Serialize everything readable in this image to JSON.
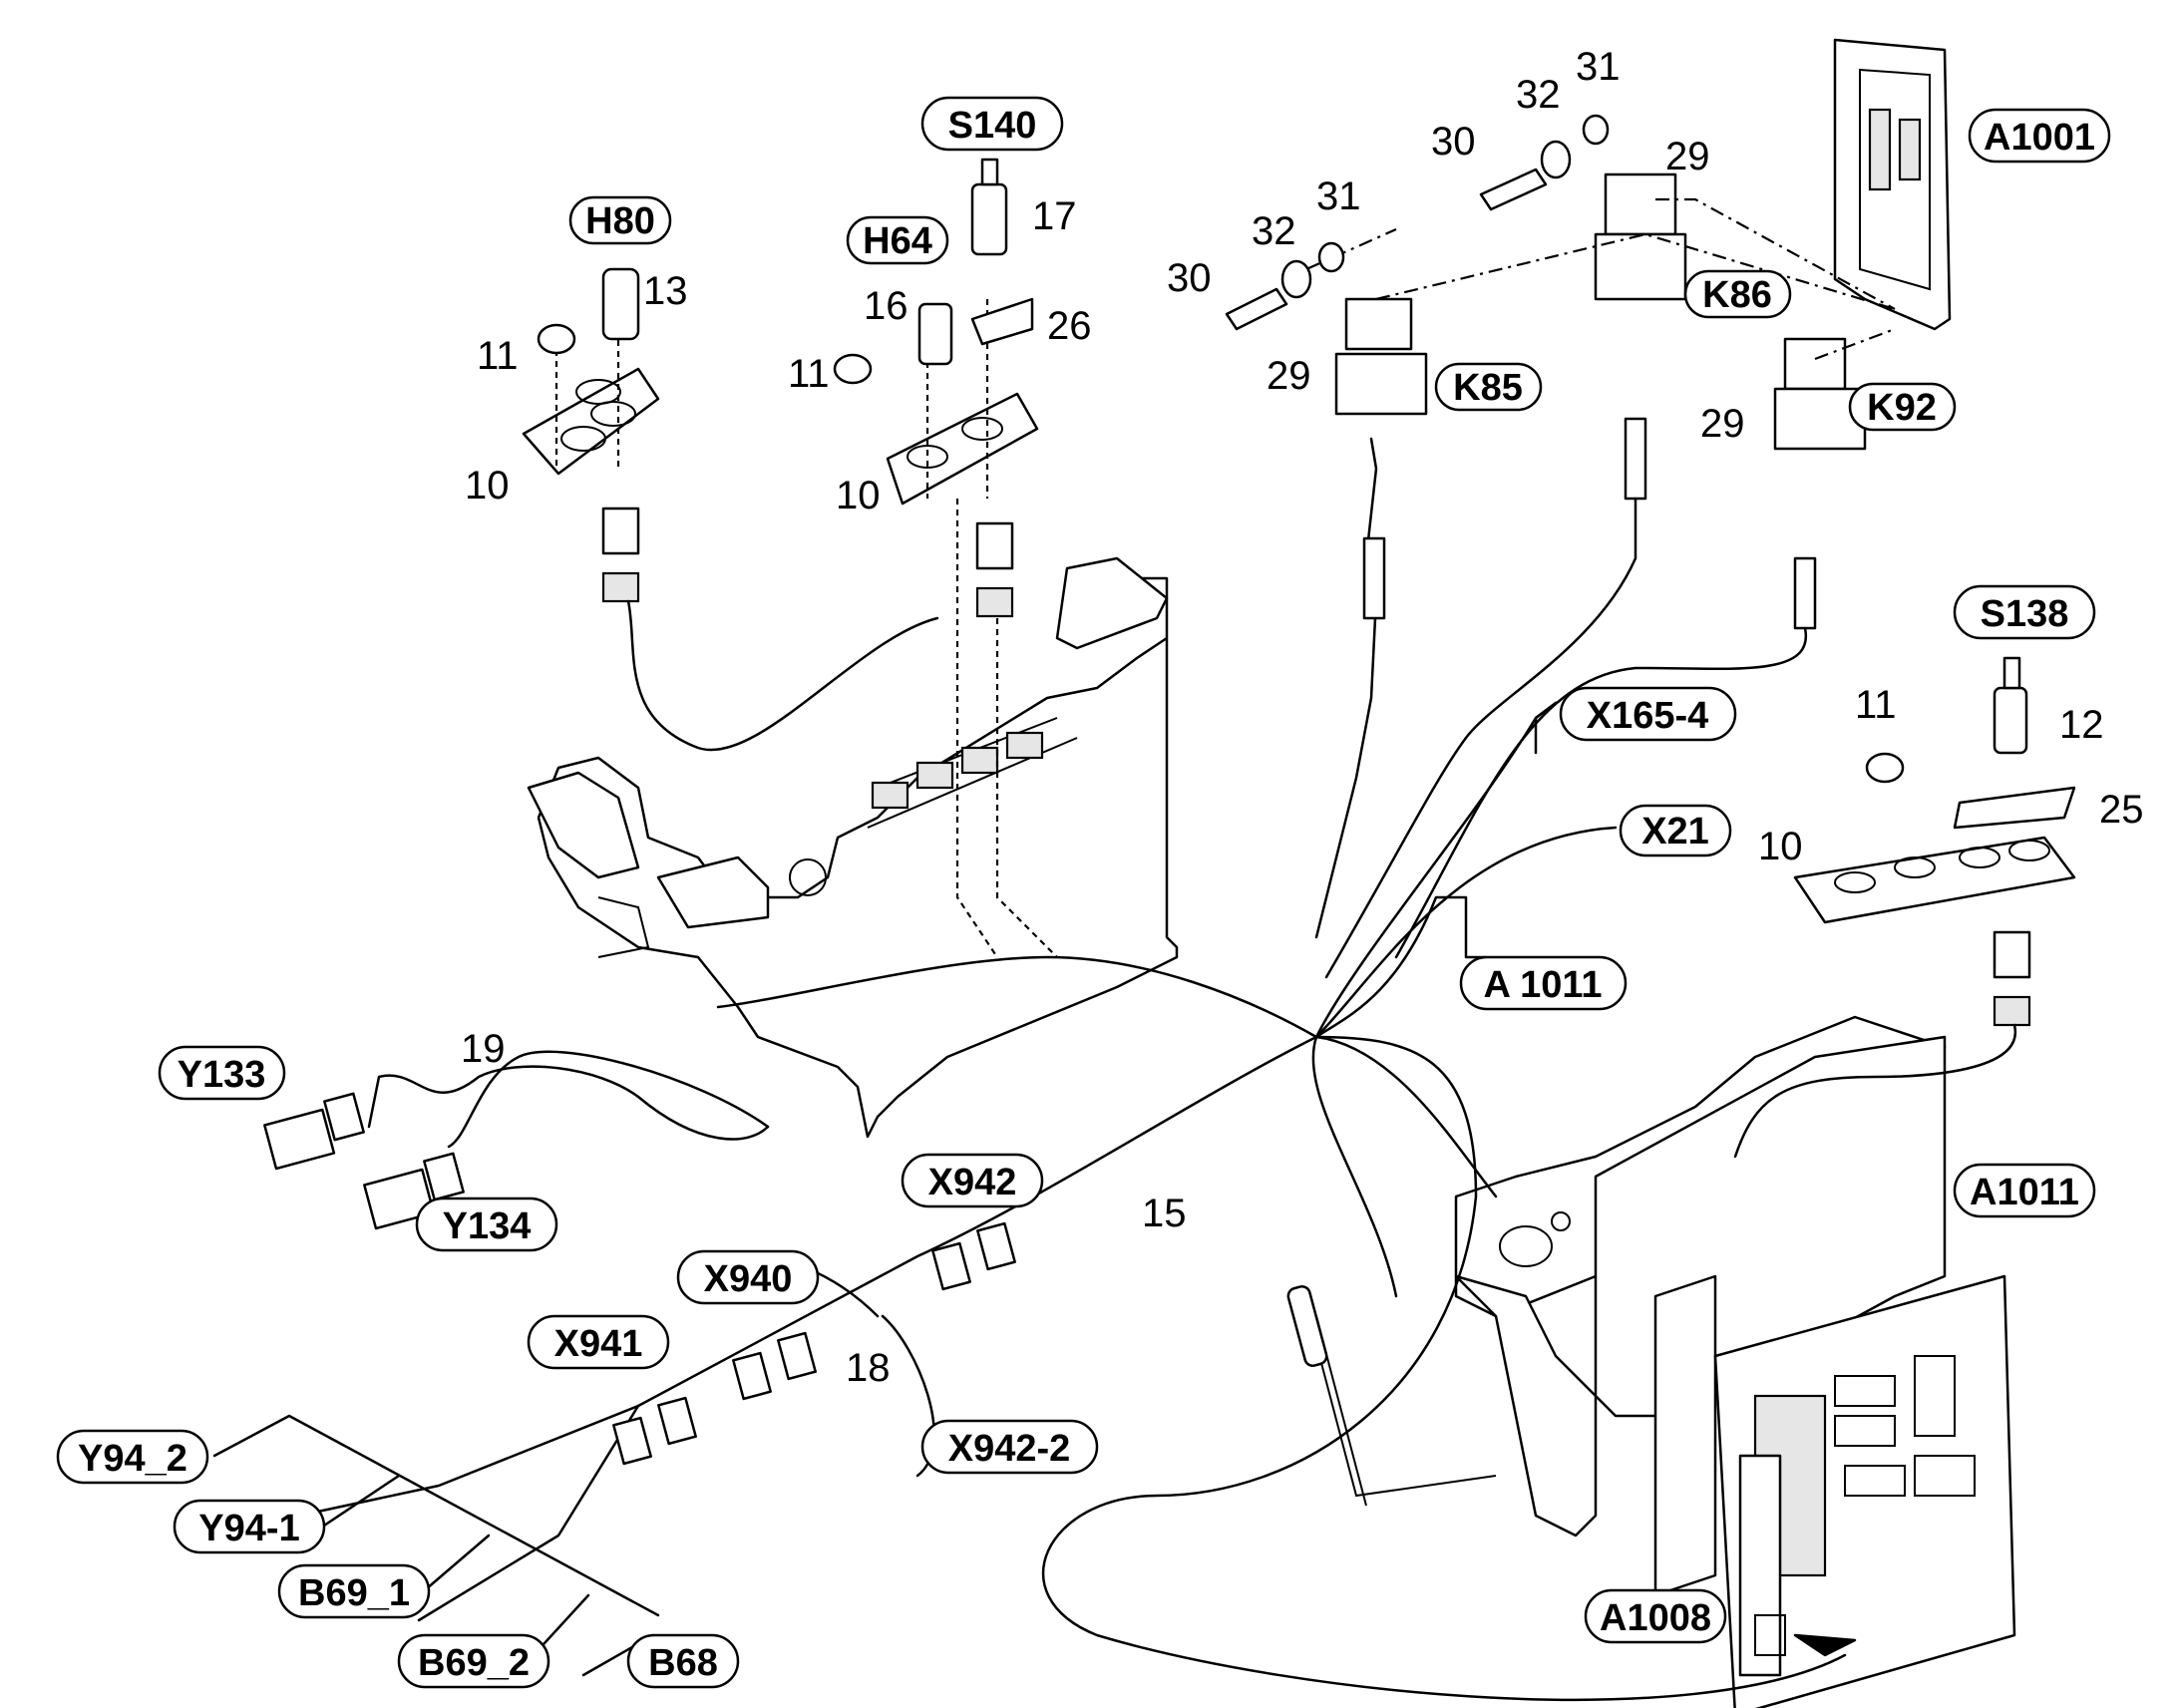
{
  "tags": {
    "h80": "H80",
    "h64": "H64",
    "s140": "S140",
    "s138": "S138",
    "k85": "K85",
    "k86": "K86",
    "k92": "K92",
    "a1001": "A1001",
    "x165_4": "X165-4",
    "x21": "X21",
    "a1011_top": "A 1011",
    "a1011_right": "A1011",
    "y133": "Y133",
    "y134": "Y134",
    "x942": "X942",
    "x940": "X940",
    "x941": "X941",
    "x942_2": "X942-2",
    "y94_2": "Y94_2",
    "y94_1": "Y94-1",
    "b69_1": "B69_1",
    "b69_2": "B69_2",
    "b68": "B68",
    "a1008": "A1008"
  },
  "numbers": {
    "n13": "13",
    "n11a": "11",
    "n10a": "10",
    "n17": "17",
    "n16": "16",
    "n26": "26",
    "n11b": "11",
    "n10b": "10",
    "n31a": "31",
    "n32a": "32",
    "n30a": "30",
    "n29a": "29",
    "n31b": "31",
    "n32b": "32",
    "n30b": "30",
    "n29b": "29",
    "n29c": "29",
    "n11c": "11",
    "n12": "12",
    "n25": "25",
    "n10c": "10",
    "n19": "19",
    "n15": "15",
    "n18": "18"
  }
}
